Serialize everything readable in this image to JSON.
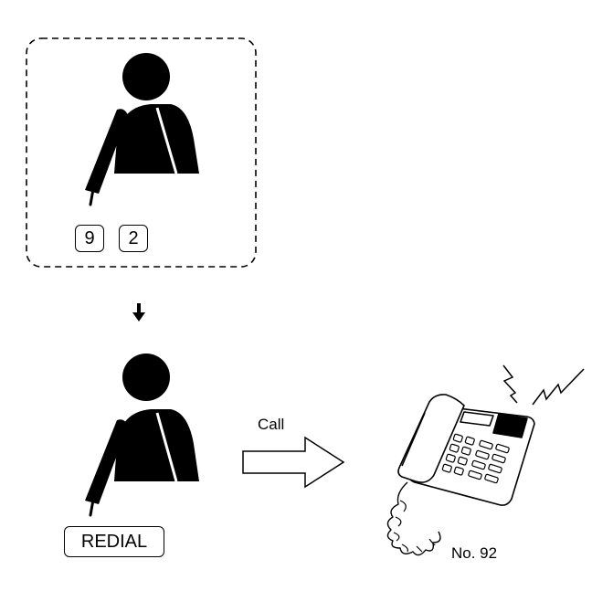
{
  "step1": {
    "keys": [
      "9",
      "2"
    ]
  },
  "step2": {
    "redial_label": "REDIAL",
    "call_label": "Call"
  },
  "target": {
    "number_label": "No. 92"
  }
}
